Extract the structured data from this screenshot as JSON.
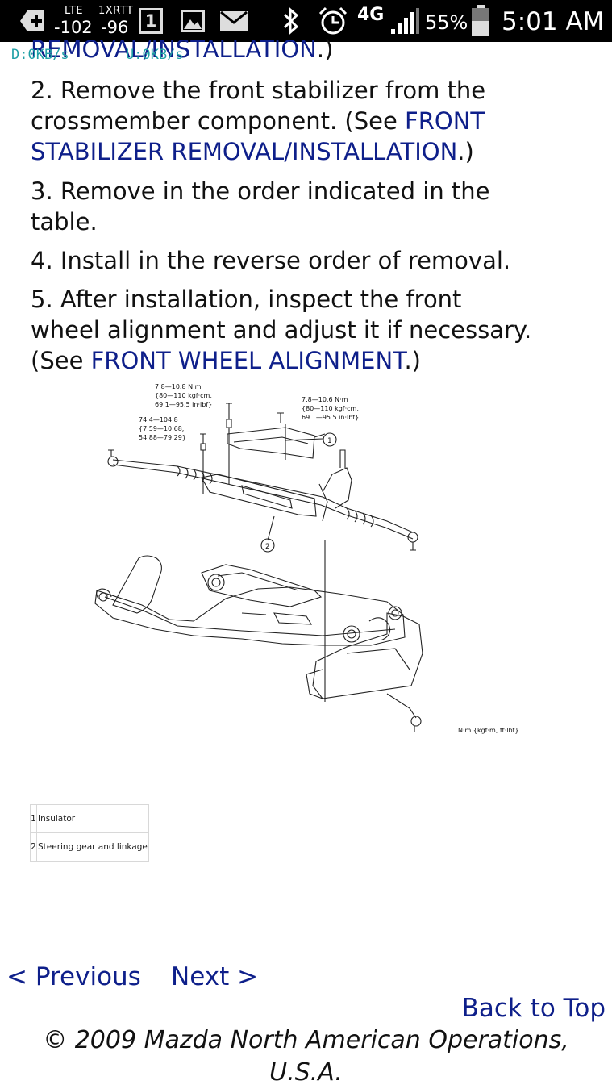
{
  "status_bar": {
    "network_type": "LTE",
    "signal_1": "-102",
    "network_2": "1XRTT",
    "signal_2": "-96",
    "notification_count": "1",
    "data_type": "4G",
    "battery_pct": "55%",
    "time": "5:01 AM",
    "icons": [
      "add-icon",
      "sim-icon",
      "image-icon",
      "mail-icon",
      "bluetooth-icon",
      "alarm-icon",
      "signal-icon",
      "battery-icon"
    ]
  },
  "speed_overlay": {
    "down": "D:0KB/s",
    "up": "U:0KB/s"
  },
  "article": {
    "top_link_fragment": "REMOVAL/INSTALLATION",
    "top_suffix": ".)",
    "step2_line1": "2. Remove the front stabilizer from the",
    "step2_line2": "crossmember component. (See ",
    "step2_link_a": "FRONT",
    "step2_link_b": "STABILIZER REMOVAL/INSTALLATION",
    "step2_suffix": ".)",
    "step3_line1": "3. Remove in the order indicated in the",
    "step3_line2": "table.",
    "step4": "4. Install in the reverse order of removal.",
    "step5_line1": "5. After installation, inspect the front",
    "step5_line2": "wheel alignment and adjust it if necessary.",
    "step5_prefix": "(See ",
    "step5_link": "FRONT WHEEL ALIGNMENT",
    "step5_suffix": ".)"
  },
  "figure": {
    "torque_a": [
      "7.8—10.8 N·m",
      "{80—110 kgf·cm,",
      "69.1—95.5 in·lbf}"
    ],
    "torque_b": [
      "7.8—10.6 N·m",
      "{80—110 kgf·cm,",
      "69.1—95.5 in·lbf}"
    ],
    "torque_c": [
      "74.4—104.8",
      "{7.59—10.68,",
      "54.88—79.29}"
    ],
    "callout_1": "1",
    "callout_2": "2",
    "units": "N·m {kgf·m, ft·lbf}"
  },
  "legend": [
    {
      "num": "1",
      "label": "Insulator"
    },
    {
      "num": "2",
      "label": "Steering gear and linkage"
    }
  ],
  "nav": {
    "previous": "< Previous",
    "next": "Next >",
    "back_to_top": "Back to Top"
  },
  "footer": {
    "line1": "© 2009 Mazda North American Operations,",
    "line2": "U.S.A."
  }
}
